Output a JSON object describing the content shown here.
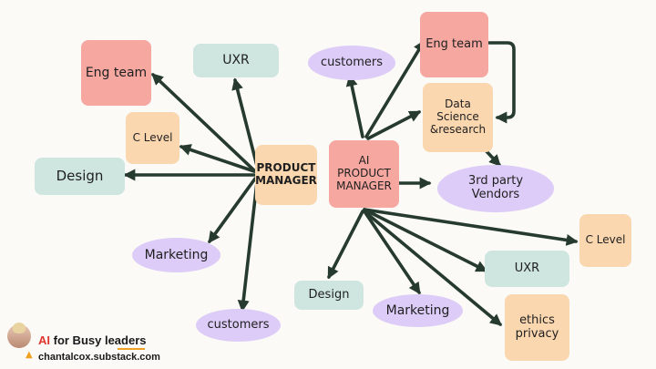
{
  "nodes": {
    "pm": "PRODUCT\nMANAGER",
    "pm_eng": "Eng team",
    "pm_uxr": "UXR",
    "pm_clevel": "C Level",
    "pm_design": "Design",
    "pm_marketing": "Marketing",
    "pm_customers": "customers",
    "ai": "AI\nPRODUCT\nMANAGER",
    "ai_customers": "customers",
    "ai_eng": "Eng team",
    "ai_datasci": "Data\nScience\n&research",
    "ai_vendors": "3rd party\nVendors",
    "ai_clevel": "C Level",
    "ai_uxr": "UXR",
    "ai_design": "Design",
    "ai_marketing": "Marketing",
    "ai_ethics": "ethics\nprivacy"
  },
  "footer": {
    "brand_ai": "AI",
    "brand_rest": " for Busy leaders",
    "url": "chantalcox.substack.com",
    "bell_icon": "bell-icon"
  },
  "colors": {
    "pink": "#f5a7a0",
    "peach": "#fbd7b0",
    "mint": "#cfe6e0",
    "lavender": "#dcccf7",
    "arrow": "#263a2f",
    "accent_red": "#e0352b"
  }
}
